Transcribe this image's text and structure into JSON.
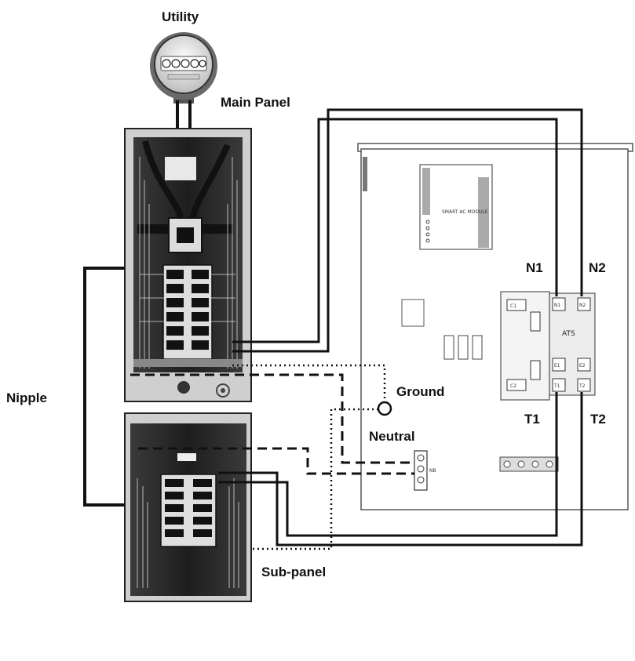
{
  "labels": {
    "utility": "Utility",
    "main_panel": "Main Panel",
    "nipple": "Nipple",
    "sub_panel": "Sub-panel",
    "ground": "Ground",
    "neutral": "Neutral",
    "n1": "N1",
    "n2": "N2",
    "t1": "T1",
    "t2": "T2"
  },
  "ats": {
    "label": "ATS",
    "terminals": {
      "n1": "N1",
      "n2": "N2",
      "e1": "E1",
      "e2": "E2",
      "t1": "T1",
      "t2": "T2"
    },
    "c1": "C1",
    "c2": "C2",
    "nb": "NB"
  },
  "module": {
    "title": "SMART AC MODULE"
  },
  "colors": {
    "wire": "#111111",
    "panel": "#2a2a2a",
    "enclosure": "#555555"
  }
}
